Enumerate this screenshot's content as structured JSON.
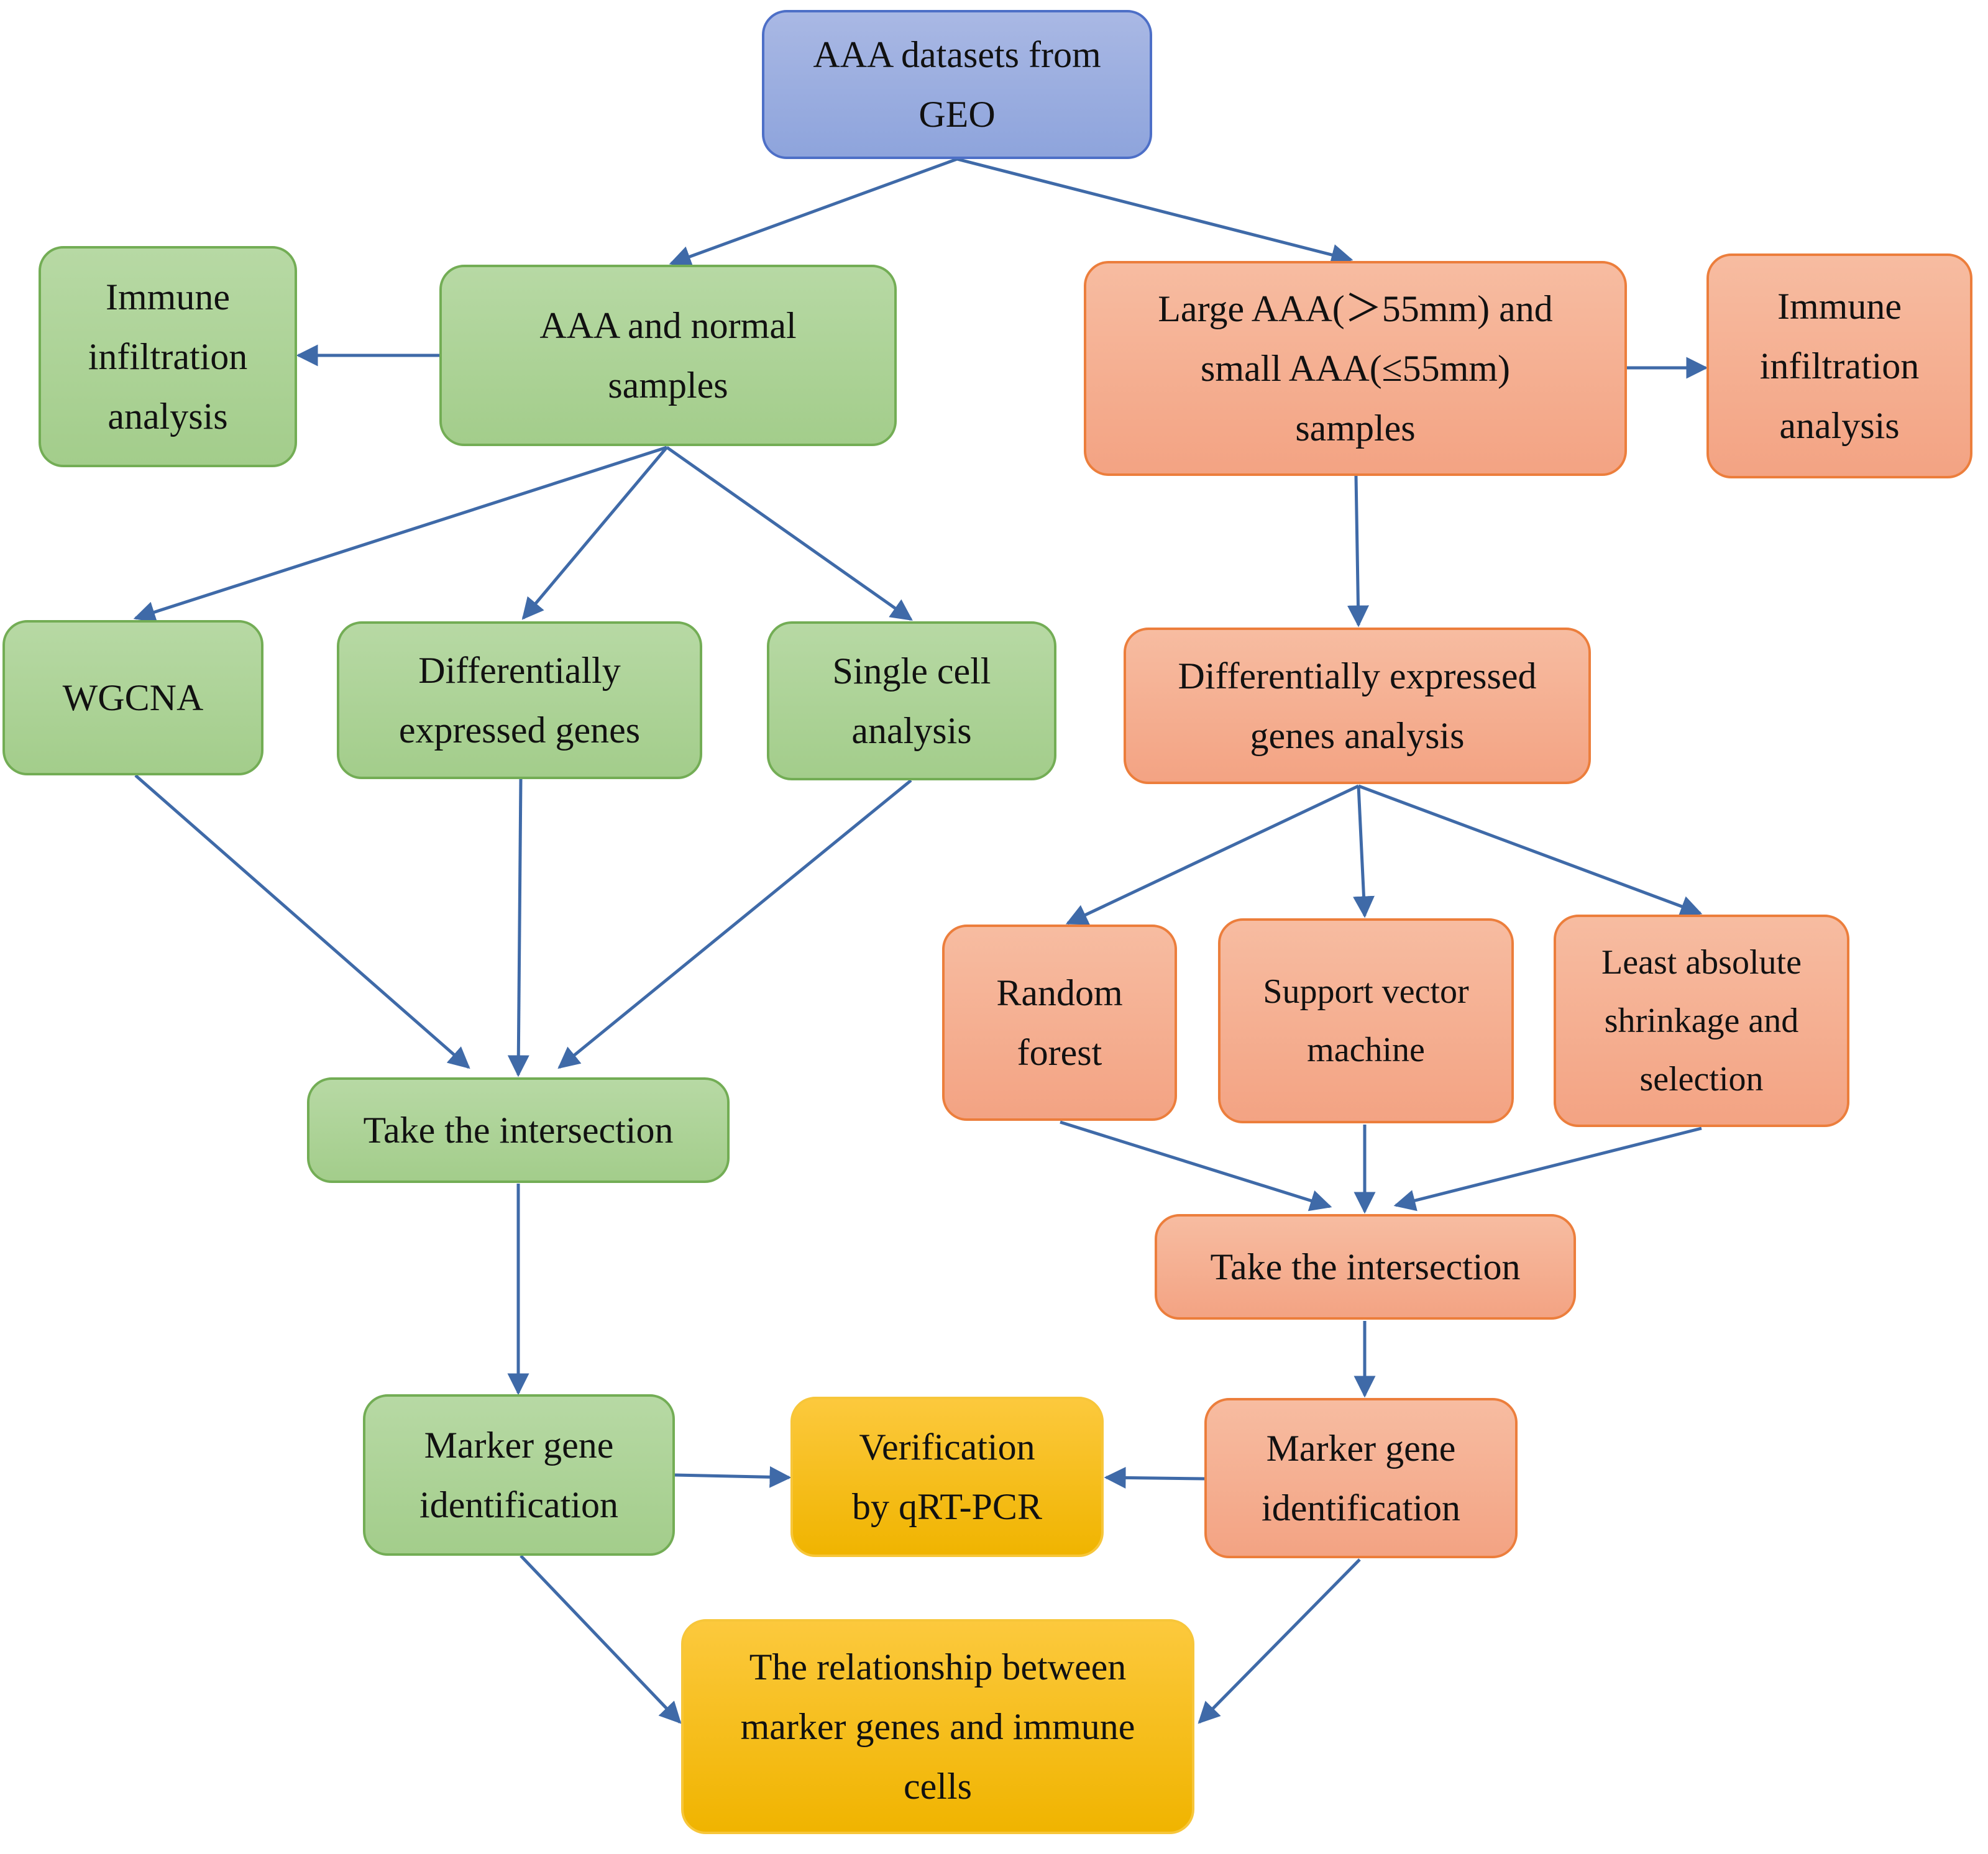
{
  "nodes": {
    "geo": "AAA datasets from\nGEO",
    "aaa_normal": "AAA and normal\nsamples",
    "immune_left": "Immune\ninfiltration\nanalysis",
    "wgcna": "WGCNA",
    "deg_left": "Differentially\nexpressed genes",
    "single_cell": "Single cell\nanalysis",
    "intersect_left": "Take the intersection",
    "marker_left": "Marker gene\nidentification",
    "verification": "Verification\nby qRT-PCR",
    "relationship": "The relationship between\nmarker genes and immune\ncells",
    "large_small": "Large AAA(＞55mm) and\nsmall AAA(≤55mm)\nsamples",
    "immune_right": "Immune\ninfiltration\nanalysis",
    "deg_right": "Differentially expressed\ngenes analysis",
    "random_forest": "Random\nforest",
    "svm": "Support vector\nmachine",
    "lasso": "Least absolute\nshrinkage and\nselection",
    "intersect_right": "Take the intersection",
    "marker_right": "Marker gene\nidentification"
  },
  "colors": {
    "arrow": "#3f6aa8",
    "blue_fill": "#96abdf",
    "green_fill": "#a8d091",
    "salmon_fill": "#f5ac8c",
    "gold_fill": "#f6bf1c"
  }
}
